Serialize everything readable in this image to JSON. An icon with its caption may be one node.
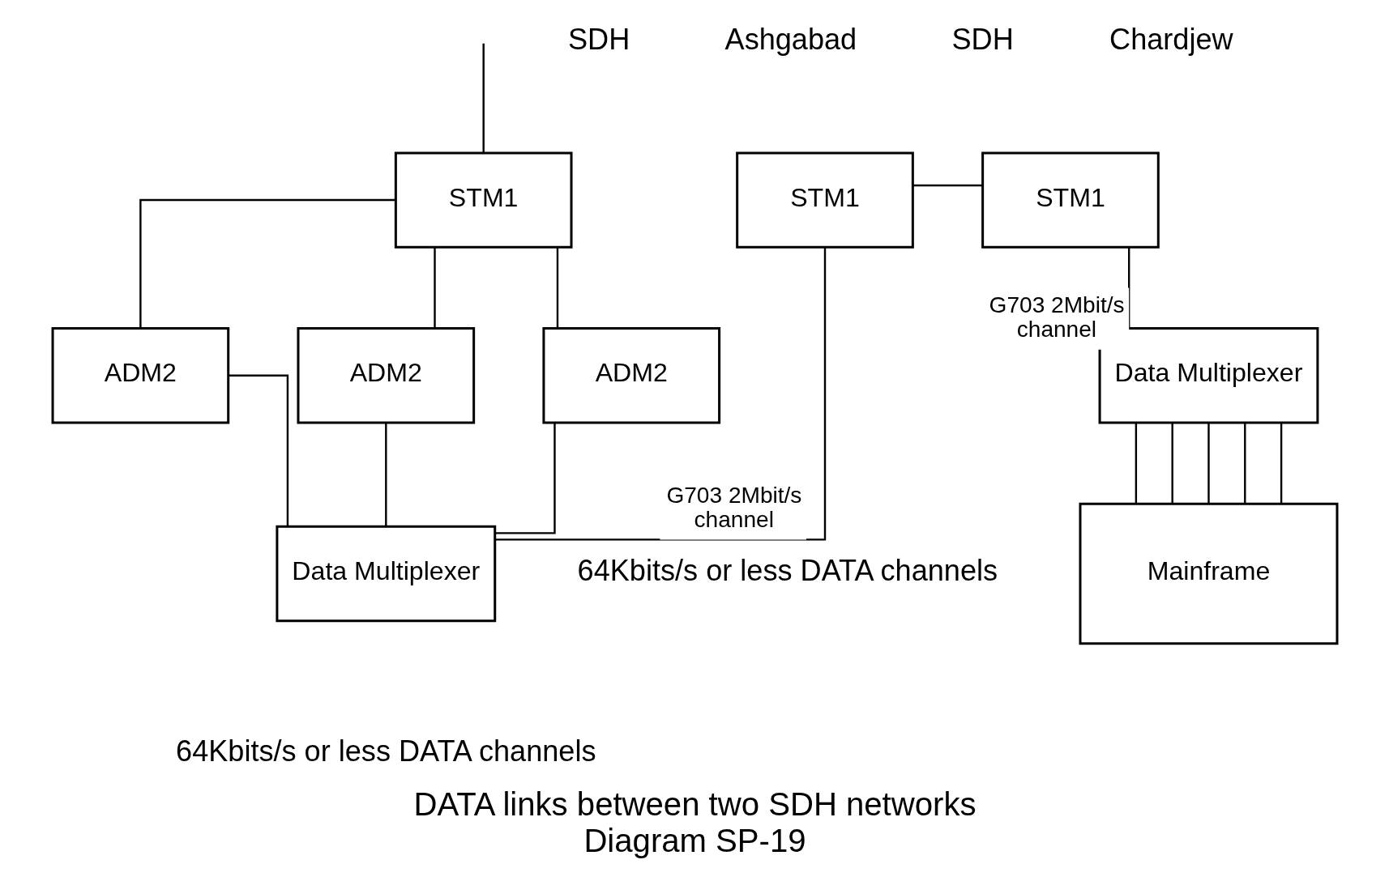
{
  "diagram": {
    "title": "DATA links between two SDH networks",
    "caption": "Diagram SP-19",
    "nodes": [
      {
        "text": [
          "STM1"
        ]
      },
      {
        "text": [
          "STM1"
        ]
      },
      {
        "text": [
          "STM1"
        ]
      },
      {
        "text": [
          "ADM2"
        ]
      },
      {
        "text": [
          "ADM2"
        ]
      },
      {
        "text": [
          "ADM2"
        ]
      },
      {
        "text": [
          "Data Multiplexer"
        ]
      },
      {
        "text": [
          "Data Multiplexer"
        ]
      },
      {
        "text": [
          "Mainframe"
        ]
      }
    ],
    "edges": [
      {
        "from": null,
        "to": 0,
        "arrow": "none"
      },
      {
        "from": 1,
        "to": 2,
        "arrow": "none"
      },
      {
        "from": 0,
        "to": 3,
        "arrow": "none"
      },
      {
        "from": 0,
        "to": 4,
        "arrow": "none"
      },
      {
        "from": 0,
        "to": 5,
        "arrow": "none"
      },
      {
        "from": 3,
        "to": 6,
        "arrow": "none"
      },
      {
        "from": 4,
        "to": 6,
        "arrow": "none"
      },
      {
        "from": 5,
        "to": 6,
        "arrow": "none"
      },
      {
        "from": 1,
        "to": 6,
        "arrow": "none",
        "label": "G703 2Mbit/s channel"
      },
      {
        "from": 2,
        "to": 7,
        "arrow": "none",
        "label": "G703 2Mbit/s channel"
      },
      {
        "from": 7,
        "to": 8,
        "arrow": "none"
      },
      {
        "from": 7,
        "to": 8,
        "arrow": "none"
      },
      {
        "from": 7,
        "to": 8,
        "arrow": "none"
      },
      {
        "from": 7,
        "to": 8,
        "arrow": "none"
      },
      {
        "from": 7,
        "to": 8,
        "arrow": "none"
      }
    ],
    "labels": [
      "SDH",
      "Ashgabad",
      "SDH",
      "Chardjew",
      "64Kbits/s or less DATA channels",
      "64Kbits/s or less DATA channels"
    ]
  }
}
